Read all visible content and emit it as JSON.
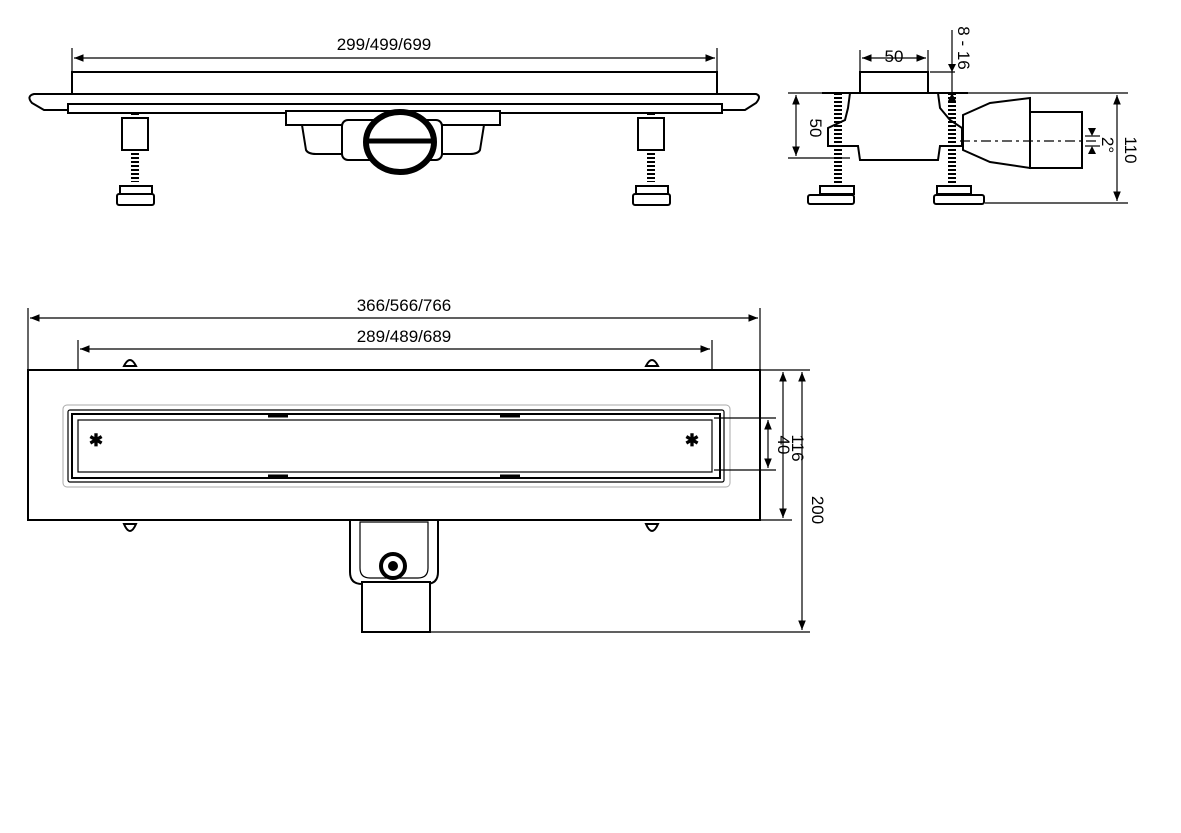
{
  "title": "Linear shower drain technical drawing",
  "front_view": {
    "length_label": "299/499/699"
  },
  "side_view": {
    "outlet_width_label": "50",
    "adjust_label": "8 - 16",
    "body_height_label": "50",
    "total_height_label": "110",
    "slope_label": "2°"
  },
  "top_view": {
    "overall_length_label": "366/566/766",
    "grate_length_label": "289/489/689",
    "grate_width_label": "40",
    "body_width_label": "116",
    "total_depth_label": "200"
  }
}
